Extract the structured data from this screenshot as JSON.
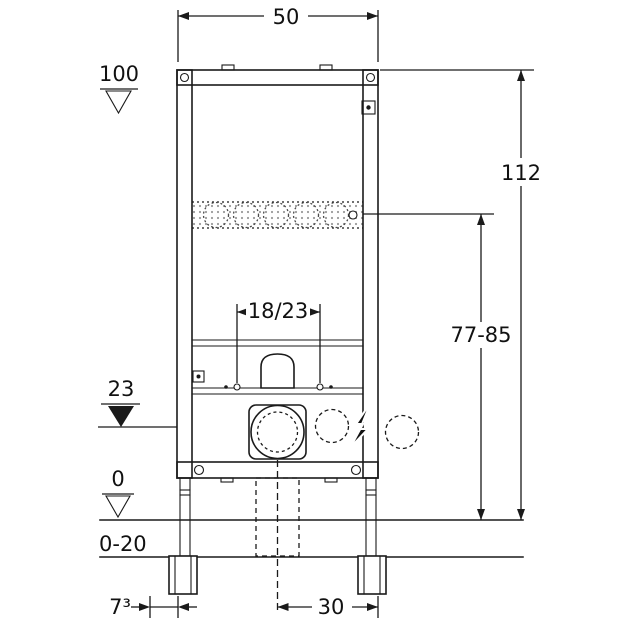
{
  "meta": {
    "title": "Installation element dimensional drawing"
  },
  "labels": {
    "width_top": "50",
    "level_top": "100",
    "total_height": "112",
    "pipe_height_range": "77-85",
    "fixing_spacing": "18/23",
    "outlet_height": "23",
    "floor_level": "0",
    "floor_range": "0-20",
    "side_offset": "7³",
    "outlet_offset": "30"
  }
}
